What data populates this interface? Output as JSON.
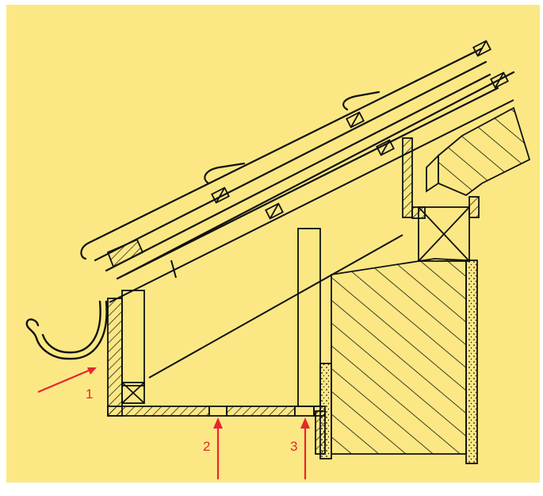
{
  "figure": {
    "background": "#fbe884",
    "line_color": "#111111",
    "annotation_color": "#e8262f",
    "callouts": [
      {
        "label": "1"
      },
      {
        "label": "2"
      },
      {
        "label": "3"
      }
    ]
  }
}
